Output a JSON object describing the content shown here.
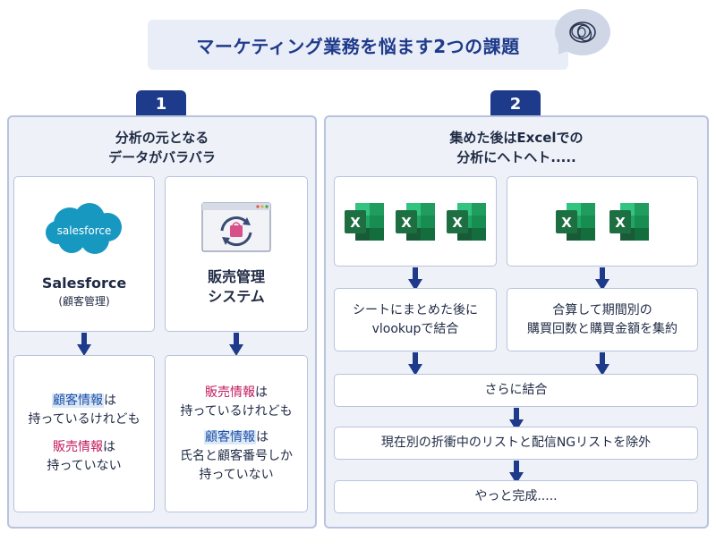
{
  "header": {
    "title": "マーケティング業務を悩ます2つの課題"
  },
  "colors": {
    "navy": "#1e3a8a",
    "panel_bg": "#eef1f8",
    "border": "#b9c3dd",
    "pink": "#c2185b",
    "blue": "#1e4fa8",
    "excel_green": "#1d6f42",
    "salesforce_blue": "#1798c1"
  },
  "issue1": {
    "number": "1",
    "title_line1": "分析の元となる",
    "title_line2": "データがバラバラ",
    "salesforce": {
      "logo_text": "salesforce",
      "name": "Salesforce",
      "sub": "(顧客管理)"
    },
    "sales_system": {
      "name_line1": "販売管理",
      "name_line2": "システム",
      "icon": "shopping-bag-sync-icon"
    },
    "left_note": {
      "hl1": "顧客情報",
      "t1": "は",
      "t2": "持っているけれども",
      "hl2": "販売情報",
      "t3": "は",
      "t4": "持っていない"
    },
    "right_note": {
      "hl1": "販売情報",
      "t1": "は",
      "t2": "持っているけれども",
      "hl2": "顧客情報",
      "t3": "は",
      "t4": "氏名と顧客番号しか",
      "t5": "持っていない"
    }
  },
  "issue2": {
    "number": "2",
    "title_line1": "集めた後はExcelでの",
    "title_line2": "分析にヘトヘト.....",
    "excel_letter": "X",
    "step_left_line1": "シートにまとめた後に",
    "step_left_line2": "vlookupで結合",
    "step_right_line1": "合算して期間別の",
    "step_right_line2": "購買回数と購買金額を集約",
    "step3": "さらに結合",
    "step4": "現在別の折衝中のリストと配信NGリストを除外",
    "step5": "やっと完成....."
  }
}
